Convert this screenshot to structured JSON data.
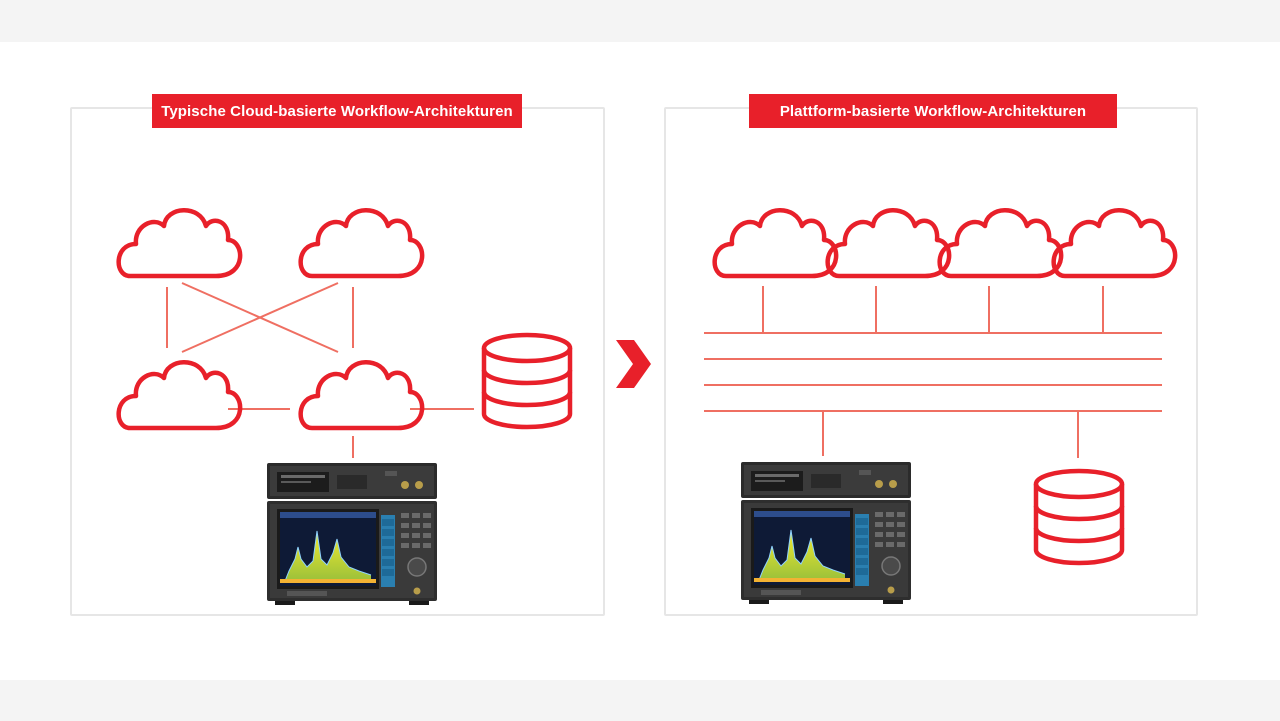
{
  "colors": {
    "accent": "#e8202a",
    "line": "#ef6f62",
    "panel_border": "#e6e6e6",
    "band": "#f4f4f4"
  },
  "panels": {
    "left": {
      "title": "Typische Cloud-basierte Workflow-Architekturen",
      "nodes": [
        "cloud-icon",
        "cloud-icon",
        "cloud-icon",
        "cloud-icon",
        "database-icon",
        "signal-analyzer-instrument"
      ]
    },
    "right": {
      "title": "Plattform-basierte Workflow-Architekturen",
      "nodes": [
        "cloud-icon",
        "cloud-icon",
        "cloud-icon",
        "cloud-icon",
        "platform-bus",
        "signal-analyzer-instrument",
        "database-icon"
      ]
    },
    "transition_icon": "chevron-right-icon"
  }
}
